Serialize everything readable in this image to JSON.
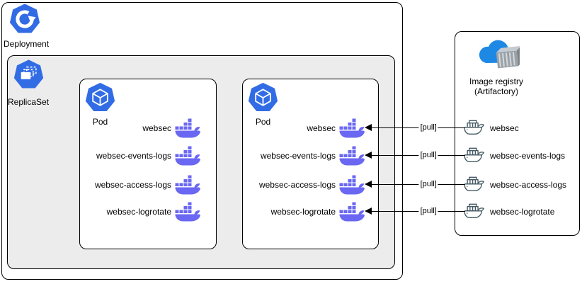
{
  "deployment": {
    "label": "Deployment"
  },
  "replicaset": {
    "label": "ReplicaSet"
  },
  "pods": [
    {
      "label": "Pod",
      "containers": [
        "websec",
        "websec-events-logs",
        "websec-access-logs",
        "websec-logrotate"
      ]
    },
    {
      "label": "Pod",
      "containers": [
        "websec",
        "websec-events-logs",
        "websec-access-logs",
        "websec-logrotate"
      ]
    }
  ],
  "registry": {
    "title_line1": "Image registry",
    "title_line2": "(Artifactory)",
    "images": [
      "websec",
      "websec-events-logs",
      "websec-access-logs",
      "websec-logrotate"
    ]
  },
  "arrow_label": "[pull]",
  "colors": {
    "kubernetes_blue": "#326ce5",
    "docker_purple": "#6a67f3",
    "registry_whale_outline": "#455a64",
    "cloud_blue": "#1e88e5",
    "replicaset_fill": "#ececec",
    "border": "#000000"
  },
  "icons": {
    "deployment": "kubernetes-deployment-icon",
    "replicaset": "kubernetes-replicaset-icon",
    "pod": "kubernetes-pod-icon",
    "pod_container": "docker-whale-icon",
    "registry_image": "docker-whale-outline-icon",
    "registry": "cloud-registry-icon"
  }
}
